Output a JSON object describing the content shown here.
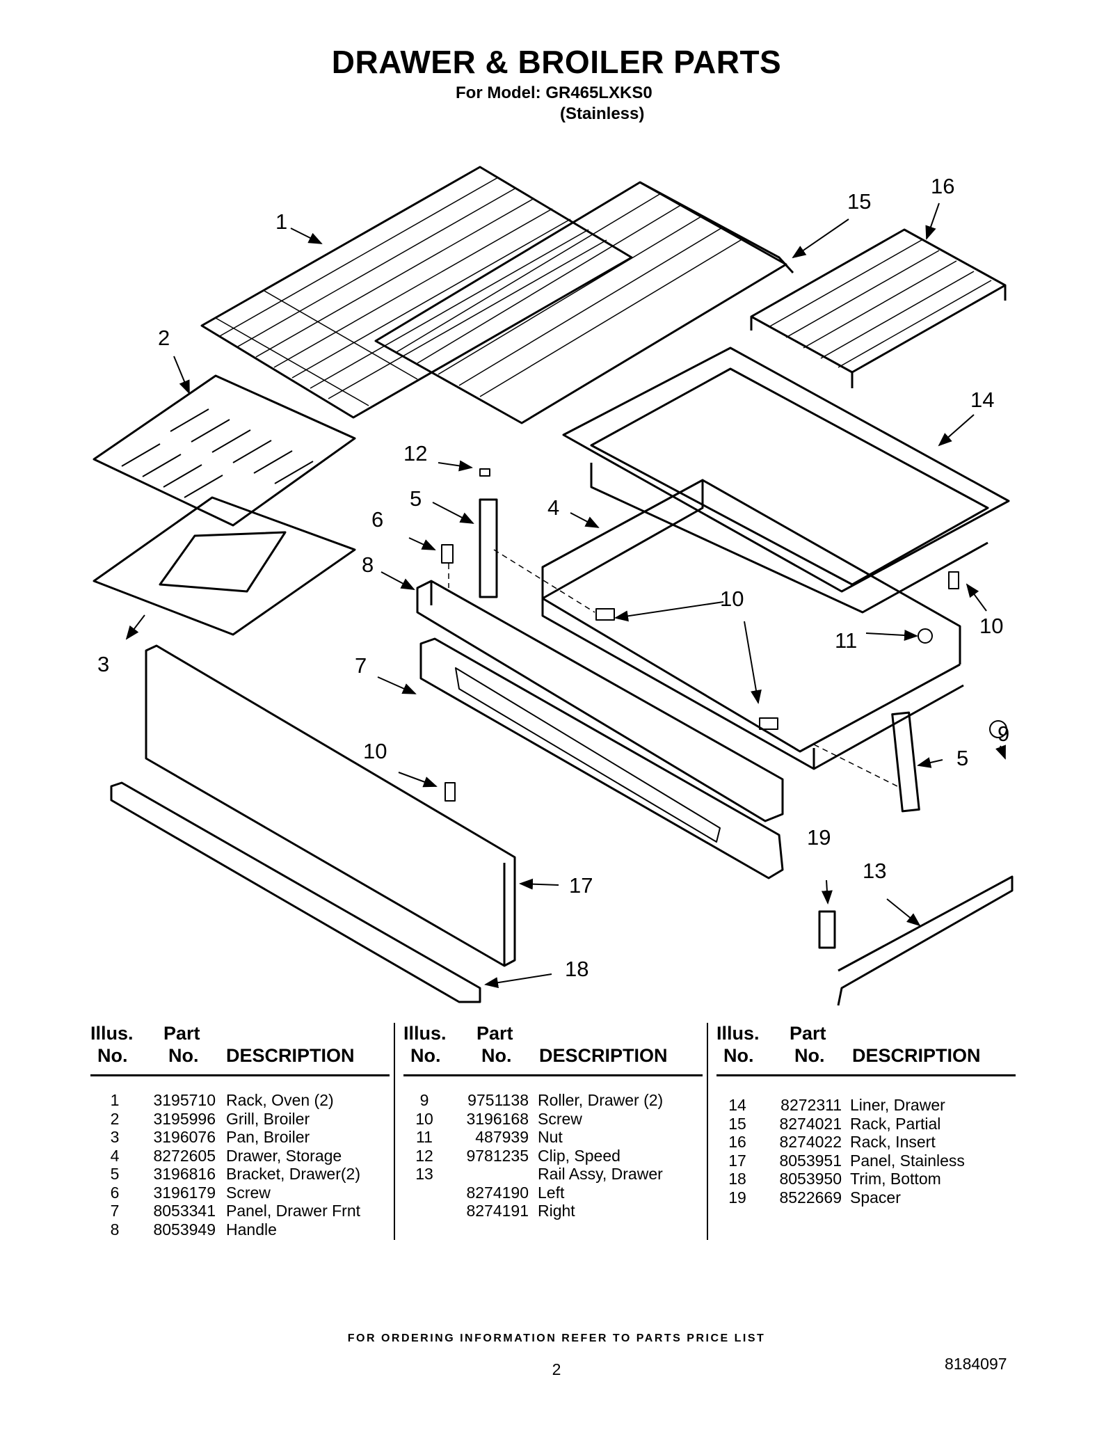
{
  "header": {
    "title": "DRAWER & BROILER PARTS",
    "model_line": "For Model: GR465LXKS0",
    "finish_line": "(Stainless)"
  },
  "diagram": {
    "callouts": [
      "1",
      "2",
      "3",
      "4",
      "5",
      "5",
      "6",
      "7",
      "8",
      "9",
      "10",
      "10",
      "10",
      "10",
      "11",
      "12",
      "13",
      "14",
      "15",
      "16",
      "17",
      "18",
      "19"
    ]
  },
  "table": {
    "headers": {
      "illus_1": "Illus.",
      "illus_2": "No.",
      "part_1": "Part",
      "part_2": "No.",
      "desc": "DESCRIPTION"
    },
    "columns": [
      [
        {
          "illus": "1",
          "part": "3195710",
          "desc": "Rack, Oven (2)"
        },
        {
          "illus": "2",
          "part": "3195996",
          "desc": "Grill, Broiler"
        },
        {
          "illus": "3",
          "part": "3196076",
          "desc": "Pan, Broiler"
        },
        {
          "illus": "4",
          "part": "8272605",
          "desc": "Drawer, Storage"
        },
        {
          "illus": "5",
          "part": "3196816",
          "desc": "Bracket, Drawer(2)"
        },
        {
          "illus": "6",
          "part": "3196179",
          "desc": "Screw"
        },
        {
          "illus": "7",
          "part": "8053341",
          "desc": "Panel, Drawer Frnt"
        },
        {
          "illus": "8",
          "part": "8053949",
          "desc": "Handle"
        }
      ],
      [
        {
          "illus": "9",
          "part": "9751138",
          "desc": "Roller, Drawer (2)"
        },
        {
          "illus": "10",
          "part": "3196168",
          "desc": "Screw"
        },
        {
          "illus": "11",
          "part": "487939",
          "desc": "Nut"
        },
        {
          "illus": "12",
          "part": "9781235",
          "desc": "Clip, Speed"
        },
        {
          "illus": "13",
          "part": "",
          "desc": "Rail Assy, Drawer"
        },
        {
          "illus": "",
          "part": "8274190",
          "desc": "Left"
        },
        {
          "illus": "",
          "part": "8274191",
          "desc": "Right"
        }
      ],
      [
        {
          "illus": "14",
          "part": "8272311",
          "desc": "Liner, Drawer"
        },
        {
          "illus": "15",
          "part": "8274021",
          "desc": "Rack, Partial"
        },
        {
          "illus": "16",
          "part": "8274022",
          "desc": "Rack, Insert"
        },
        {
          "illus": "17",
          "part": "8053951",
          "desc": "Panel, Stainless"
        },
        {
          "illus": "18",
          "part": "8053950",
          "desc": "Trim, Bottom"
        },
        {
          "illus": "19",
          "part": "8522669",
          "desc": "Spacer"
        }
      ]
    ]
  },
  "footer": {
    "ordering_note": "FOR ORDERING INFORMATION REFER TO PARTS PRICE LIST",
    "page_number": "2",
    "doc_number": "8184097"
  }
}
